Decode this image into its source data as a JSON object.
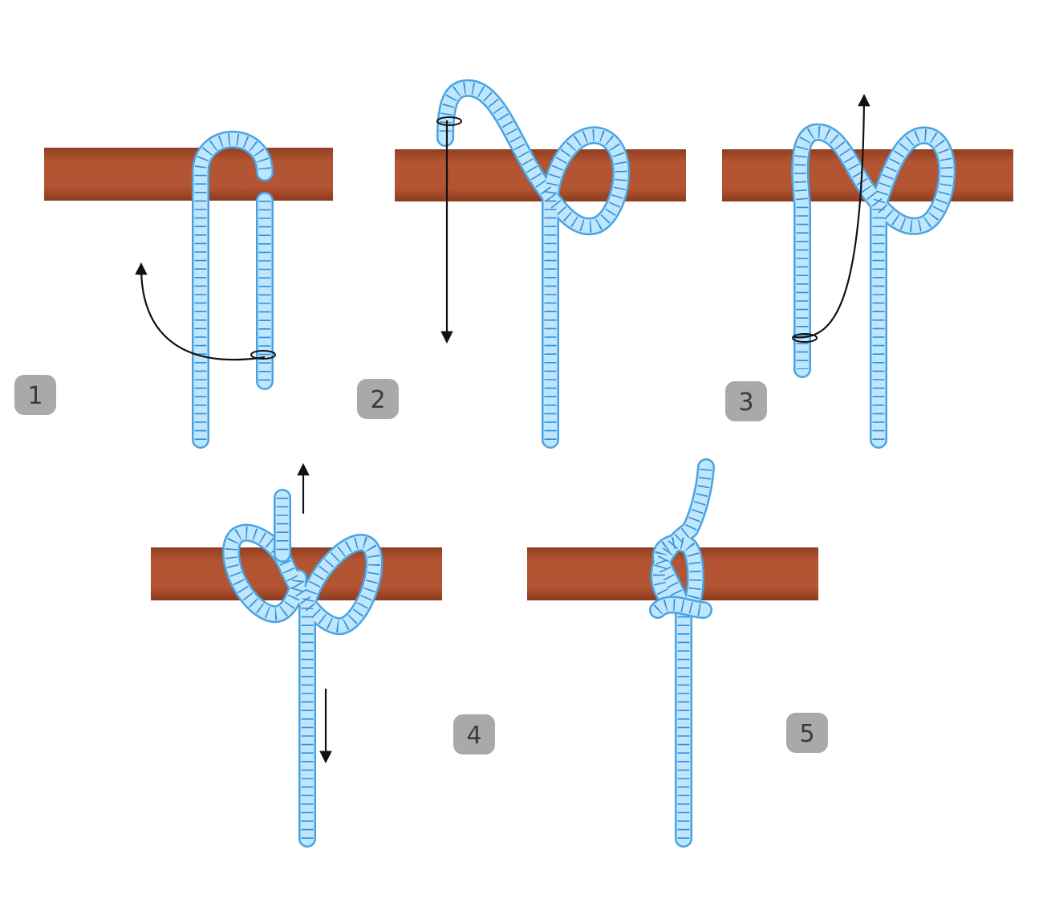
{
  "diagram": {
    "steps": [
      {
        "label": "1"
      },
      {
        "label": "2"
      },
      {
        "label": "3"
      },
      {
        "label": "4"
      },
      {
        "label": "5"
      }
    ],
    "colors": {
      "pole": "#b35432",
      "rope_edge": "#4aa3e0",
      "rope_fill": "#bfe6ff",
      "rope_stripe": "#2f8fd6",
      "arrow": "#111111",
      "badge": "#a9a9a9",
      "badge_text": "#3a3a3a"
    }
  }
}
